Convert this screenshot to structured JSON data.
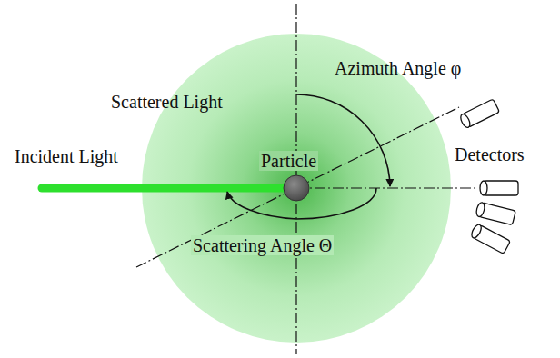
{
  "diagram": {
    "labels": [
      "Azimuth Angle φ",
      "Scattered Light",
      "Particle",
      "Incident Light",
      "Detectors",
      "Scattering Angle Θ"
    ]
  }
}
